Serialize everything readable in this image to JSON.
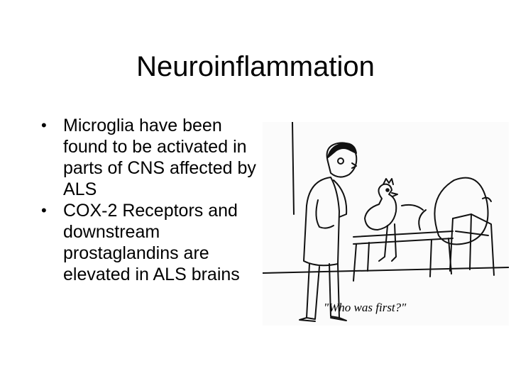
{
  "slide": {
    "title": "Neuroinflammation",
    "bullets": [
      "Microglia have been found to be activated in parts of CNS affected by ALS",
      "COX-2 Receptors and downstream prostaglandins are elevated in ALS brains"
    ],
    "bullet_symbol": "•"
  },
  "cartoon": {
    "caption": "\"Who was first?\"",
    "icon": "cartoon-doctor-chicken-egg"
  }
}
